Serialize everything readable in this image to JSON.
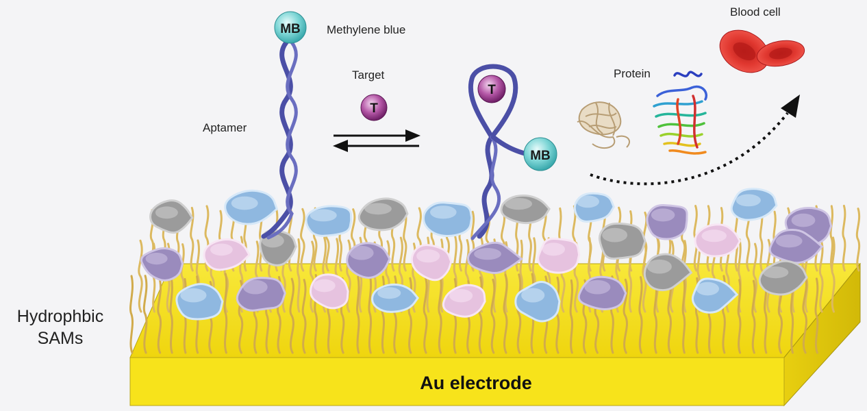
{
  "labels": {
    "mb_top": "MB",
    "methylene_blue": "Methylene blue",
    "target": "Target",
    "target_symbol": "T",
    "aptamer": "Aptamer",
    "bound_target_symbol": "T",
    "mb_bound": "MB",
    "protein": "Protein",
    "blood_cell": "Blood cell",
    "hydrophobic_line1": "Hydrophbic",
    "hydrophobic_line2": "SAMs",
    "electrode": "Au electrode"
  },
  "colors": {
    "background": "#f4f4f6",
    "electrode_top": "#f6e21a",
    "electrode_front": "#f7e31b",
    "aptamer": "#4b4fa6",
    "mb_sphere": "#6ccfd0",
    "target_sphere": "#9b3b8f",
    "sam_chain": "#d9b45a",
    "blood_cell": "#e23a32",
    "arrow": "#1a1a1a"
  },
  "icons": [
    "double-equilibrium-arrow",
    "dotted-curved-arrow",
    "protein-ribbon",
    "blood-cell"
  ]
}
